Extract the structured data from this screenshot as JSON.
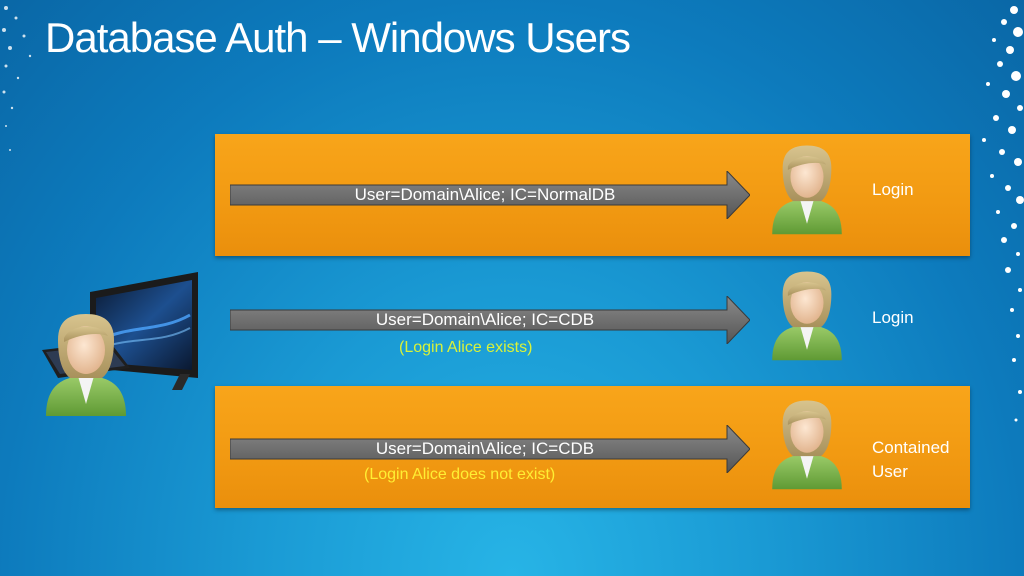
{
  "slide": {
    "title": "Database Auth – Windows Users"
  },
  "rows": [
    {
      "connection": "User=Domain\\Alice; IC=NormalDB",
      "note": "",
      "target_label": "Login"
    },
    {
      "connection": "User=Domain\\Alice; IC=CDB",
      "note": "(Login Alice exists)",
      "target_label": "Login"
    },
    {
      "connection": "User=Domain\\Alice; IC=CDB",
      "note": "(Login Alice does not exist)",
      "target_label": "Contained\nUser"
    }
  ],
  "colors": {
    "band": "#f29a12",
    "arrow": "#6e6e6e",
    "note_exists": "#d8f23a",
    "note_not_exist": "#ffee33"
  },
  "icons": [
    "user-icon",
    "computer-monitor-icon",
    "arrow-right-icon"
  ]
}
